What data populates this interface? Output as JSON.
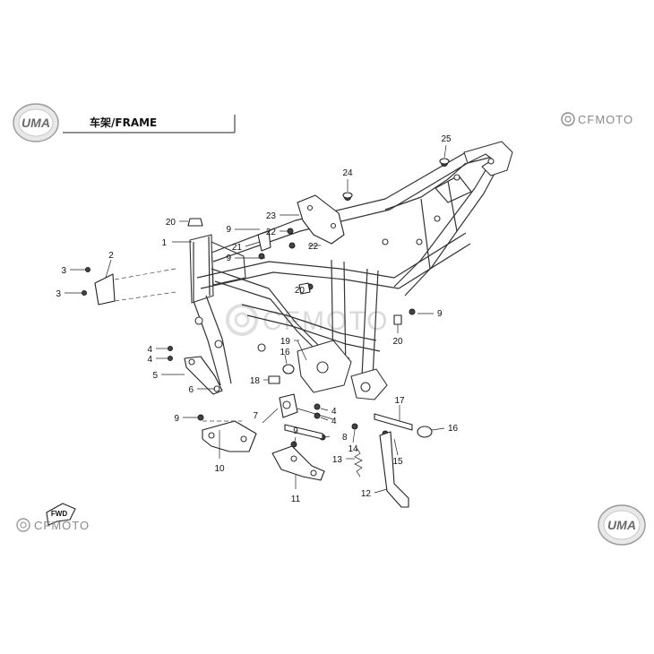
{
  "header": {
    "title": "车架/FRAME",
    "brand_top_right": "CFMOTO",
    "logo_top_left": "UMA"
  },
  "footer": {
    "brand_bottom_left": "CFMOTO",
    "logo_bottom_right": "UMA",
    "fwd_label": "FWD"
  },
  "watermark": "CFMOTO",
  "callouts": [
    {
      "id": "c1",
      "label": "1"
    },
    {
      "id": "c2",
      "label": "2"
    },
    {
      "id": "c3a",
      "label": "3"
    },
    {
      "id": "c3b",
      "label": "3"
    },
    {
      "id": "c4a",
      "label": "4"
    },
    {
      "id": "c4b",
      "label": "4"
    },
    {
      "id": "c4c",
      "label": "4"
    },
    {
      "id": "c4d",
      "label": "4"
    },
    {
      "id": "c5",
      "label": "5"
    },
    {
      "id": "c6",
      "label": "6"
    },
    {
      "id": "c7",
      "label": "7"
    },
    {
      "id": "c8",
      "label": "8"
    },
    {
      "id": "c9a",
      "label": "9"
    },
    {
      "id": "c9b",
      "label": "9"
    },
    {
      "id": "c9c",
      "label": "9"
    },
    {
      "id": "c9d",
      "label": "9"
    },
    {
      "id": "c9e",
      "label": "9"
    },
    {
      "id": "c10",
      "label": "10"
    },
    {
      "id": "c11",
      "label": "11"
    },
    {
      "id": "c12",
      "label": "12"
    },
    {
      "id": "c13",
      "label": "13"
    },
    {
      "id": "c14",
      "label": "14"
    },
    {
      "id": "c15",
      "label": "15"
    },
    {
      "id": "c16a",
      "label": "16"
    },
    {
      "id": "c16b",
      "label": "16"
    },
    {
      "id": "c17",
      "label": "17"
    },
    {
      "id": "c18",
      "label": "18"
    },
    {
      "id": "c19",
      "label": "19"
    },
    {
      "id": "c20a",
      "label": "20"
    },
    {
      "id": "c20b",
      "label": "20"
    },
    {
      "id": "c20c",
      "label": "20"
    },
    {
      "id": "c21",
      "label": "21"
    },
    {
      "id": "c22a",
      "label": "22"
    },
    {
      "id": "c22b",
      "label": "22"
    },
    {
      "id": "c23",
      "label": "23"
    },
    {
      "id": "c24",
      "label": "24"
    },
    {
      "id": "c25",
      "label": "25"
    }
  ]
}
